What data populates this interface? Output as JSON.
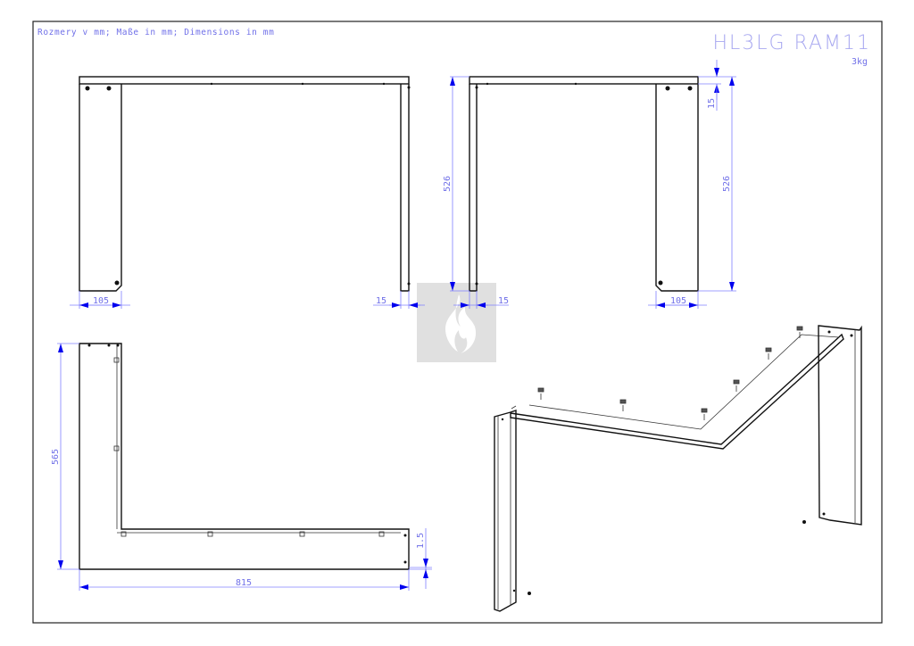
{
  "drawing": {
    "units_note": "Rozmery v mm; Maße in mm; Dimensions in mm",
    "part_code": "HL3LG RAM11",
    "weight": "3kg"
  },
  "front_view": {
    "leg_width": "105",
    "leg_thickness": "15"
  },
  "side_view": {
    "height_left": "526",
    "leg_thickness": "15",
    "leg_width": "105",
    "top_thickness": "15",
    "height_right": "526"
  },
  "top_view": {
    "depth": "565",
    "width": "815",
    "lip": "1.5"
  },
  "colors": {
    "dimension": "#8080ff",
    "arrow": "#0000ee",
    "watermark_bg": "#e0e0e0"
  }
}
